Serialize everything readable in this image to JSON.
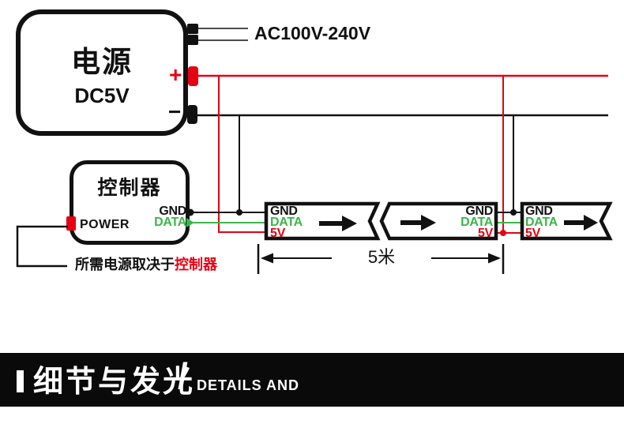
{
  "colors": {
    "wire_red": "#e60012",
    "wire_green": "#3cb54a",
    "wire_black": "#111111",
    "banner_bg": "#0a0a0a",
    "text_white": "#ffffff"
  },
  "power_supply": {
    "title": "电源",
    "voltage": "DC5V",
    "ac_input": "AC100V-240V",
    "plus": "+",
    "minus": "−"
  },
  "controller": {
    "title": "控制器",
    "power_port": "POWER",
    "gnd": "GND",
    "data": "DATA"
  },
  "strip1": {
    "gnd": "GND",
    "data": "DATA",
    "v5": "5V"
  },
  "strip2": {
    "gnd": "GND",
    "data": "DATA",
    "v5": "5V"
  },
  "strip3": {
    "gnd": "GND",
    "data": "DATA",
    "v5": "5V"
  },
  "dimension": {
    "length": "5米"
  },
  "note": {
    "text": "所需电源取决于",
    "highlight": "控制器"
  },
  "banner": {
    "heading_cn": "细节与发光",
    "divider": "/",
    "heading_en": "DETAILS AND"
  }
}
